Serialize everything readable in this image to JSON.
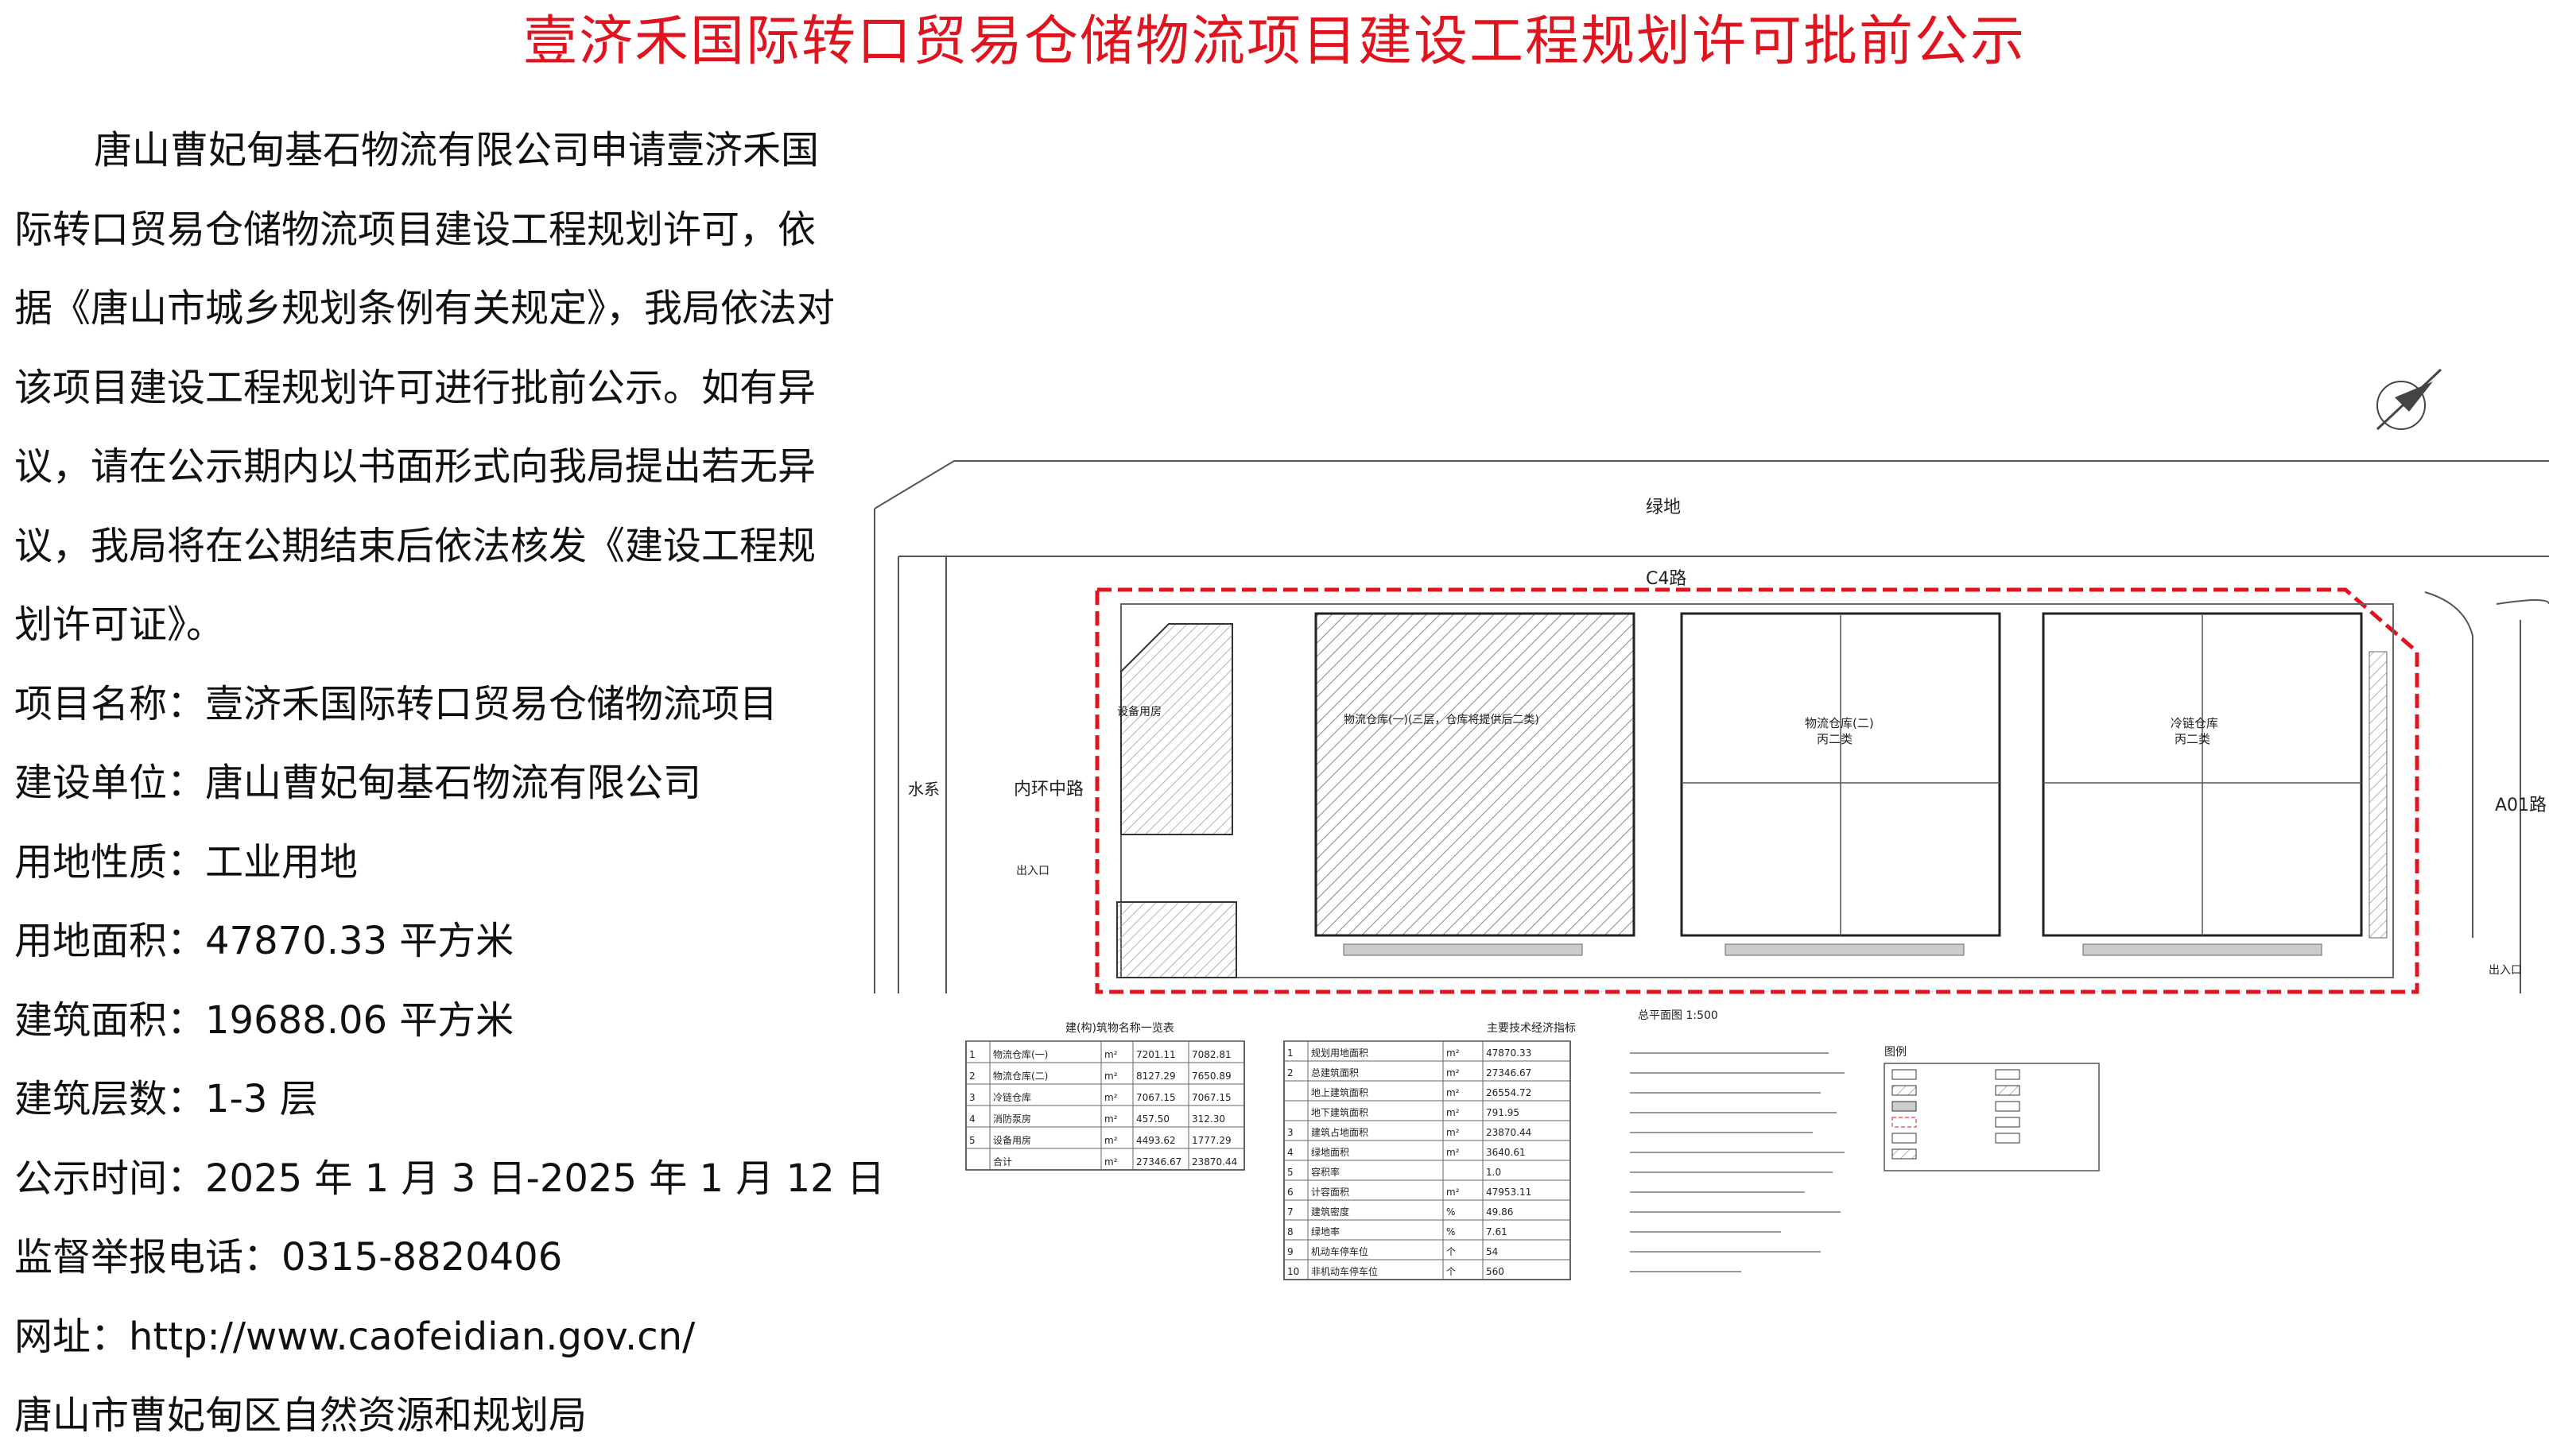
{
  "title": "壹济禾国际转口贸易仓储物流项目建设工程规划许可批前公示",
  "intro": "唐山曹妃甸基石物流有限公司申请壹济禾国际转口贸易仓储物流项目建设工程规划许可，依据《唐山市城乡规划条例有关规定》，我局依法对该项目建设工程规划许可进行批前公示。如有异议，请在公示期内以书面形式向我局提出若无异议，我局将在公期结束后依法核发《建设工程规划许可证》。",
  "info": {
    "project_name": "项目名称：壹济禾国际转口贸易仓储物流项目",
    "builder": "建设单位：唐山曹妃甸基石物流有限公司",
    "land_use": "用地性质：工业用地",
    "land_area": "用地面积：47870.33 平方米",
    "floor_area": "建筑面积：19688.06 平方米",
    "floors": "建筑层数：1-3 层",
    "period": "公示时间：2025 年 1 月 3 日-2025 年 1 月 12 日",
    "phone": "监督举报电话：0315-8820406",
    "website": "网址：http://www.caofeidian.gov.cn/",
    "agency": "唐山市曹妃甸区自然资源和规划局"
  },
  "plan": {
    "green": "绿地",
    "c4_road": "C4路",
    "water": "水系",
    "inner_road": "内环中路",
    "a01_road": "A01路",
    "entrance": "出入口",
    "warehouse1": "物流仓库(一)(三层，仓库将提供后二类)",
    "warehouse2": "物流仓库(二)",
    "warehouse2_class": "丙二类",
    "warehouse3": "冷链仓库",
    "warehouse3_class": "丙二类",
    "equip_room": "设备用房",
    "total_plan": "总平面图  1:500",
    "table1_title": "建(构)筑物名称一览表",
    "table2_title": "主要技术经济指标",
    "legend_title": "图例",
    "table1_rows": [
      [
        "1",
        "物流仓库(一)",
        "m²",
        "7201.11",
        "7082.81"
      ],
      [
        "2",
        "物流仓库(二)",
        "m²",
        "8127.29",
        "7650.89"
      ],
      [
        "3",
        "冷链仓库",
        "m²",
        "7067.15",
        "7067.15"
      ],
      [
        "4",
        "消防泵房",
        "m²",
        "457.50",
        "312.30"
      ],
      [
        "5",
        "设备用房",
        "m²",
        "4493.62",
        "1777.29"
      ],
      [
        "",
        "合计",
        "m²",
        "27346.67",
        "23870.44"
      ]
    ],
    "table2_rows": [
      [
        "1",
        "规划用地面积",
        "m²",
        "47870.33"
      ],
      [
        "2",
        "总建筑面积",
        "m²",
        "27346.67"
      ],
      [
        "",
        "地上建筑面积",
        "m²",
        "26554.72"
      ],
      [
        "",
        "地下建筑面积",
        "m²",
        "791.95"
      ],
      [
        "3",
        "建筑占地面积",
        "m²",
        "23870.44"
      ],
      [
        "4",
        "绿地面积",
        "m²",
        "3640.61"
      ],
      [
        "5",
        "容积率",
        "",
        "1.0"
      ],
      [
        "6",
        "计容面积",
        "m²",
        "47953.11"
      ],
      [
        "7",
        "建筑密度",
        "%",
        "49.86"
      ],
      [
        "8",
        "绿地率",
        "%",
        "7.61"
      ],
      [
        "9",
        "机动车停车位",
        "个",
        "54"
      ],
      [
        "10",
        "非机动车停车位",
        "个",
        "560"
      ]
    ]
  }
}
